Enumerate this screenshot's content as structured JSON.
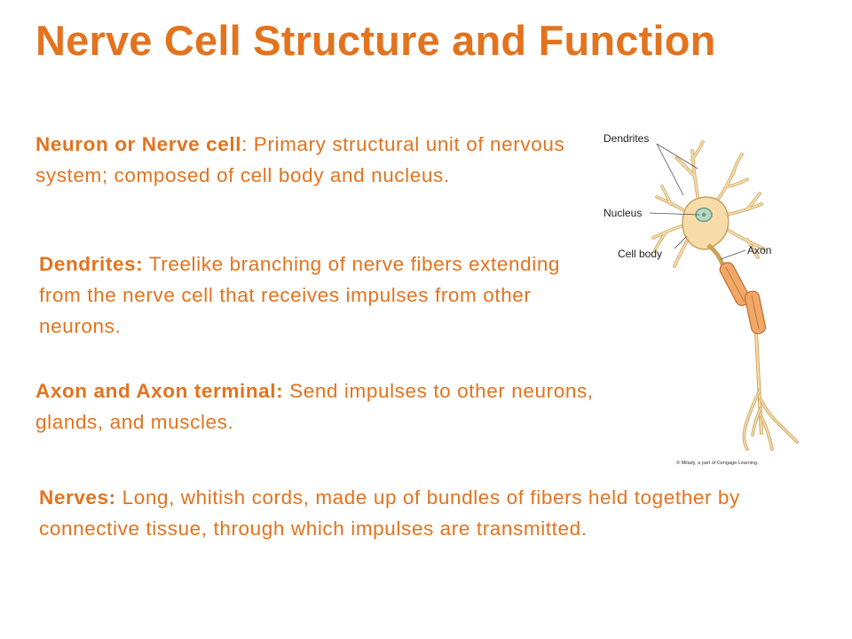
{
  "title": "Nerve Cell Structure and Function",
  "paragraphs": {
    "neuron": {
      "term": "Neuron or Nerve cell",
      "text": ":  Primary structural unit of nervous system; composed of cell body and nucleus."
    },
    "dendrites": {
      "term": "Dendrites:",
      "text": " Treelike branching of nerve fibers extending from the nerve cell that receives impulses from other neurons."
    },
    "axon": {
      "term": "Axon and Axon terminal:",
      "text": " Send impulses  to other neurons, glands, and muscles."
    },
    "nerves": {
      "term": "Nerves:",
      "text": " Long, whitish cords, made up of bundles of fibers held together by connective tissue, through which impulses are transmitted."
    }
  },
  "figure": {
    "labels": {
      "dendrites": "Dendrites",
      "nucleus": "Nucleus",
      "cell_body": "Cell body",
      "axon": "Axon"
    },
    "credit": "© Milady, a part of Cengage Learning.",
    "colors": {
      "accent_text": "#e3731e",
      "cell_fill": "#f7dcaa",
      "cell_stroke": "#c9a25c",
      "myelin_fill": "#f0a868",
      "myelin_stroke": "#c46a2a",
      "nucleus_fill": "#b8d8c4"
    }
  }
}
